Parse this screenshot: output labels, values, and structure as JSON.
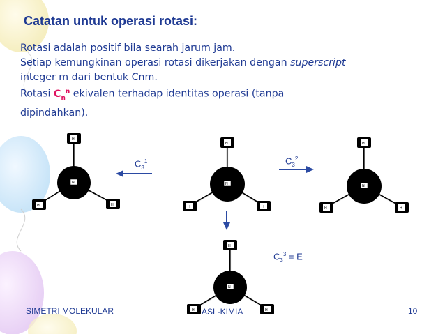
{
  "slide": {
    "title": "Catatan untuk operasi rotasi:",
    "line1": "Rotasi adalah positif bila searah jarum jam.",
    "line2_a": " Setiap kemungkinan operasi rotasi  dikerjakan dengan ",
    "line2_b": "superscript",
    "line3": "integer m dari bentuk Cnm.",
    "line4_a": " Rotasi  ",
    "cn_base": "C",
    "cn_sub": "n",
    "cn_sup": "n",
    "line4_b": "  ekivalen terhadap identitas operasi (tanpa",
    "line5": "dipindahkan)."
  },
  "labels": {
    "c3_1_base": "C",
    "c3_1_sub": "3",
    "c3_1_sup": "1",
    "c3_2_base": "C",
    "c3_2_sub": "3",
    "c3_2_sup": "2",
    "c3_3_base": "C",
    "c3_3_sub": "3",
    "c3_3_sup": "3",
    "c3_3_eq": " = E"
  },
  "atoms": {
    "central": "N",
    "outer": "H"
  },
  "footer": {
    "left": "SIMETRI MOLEKULAR",
    "center": "ASL-KIMIA",
    "page": "10"
  },
  "colors": {
    "text": "#1f3a93",
    "accent": "#e0115f",
    "arrow": "#2b4aa3"
  }
}
